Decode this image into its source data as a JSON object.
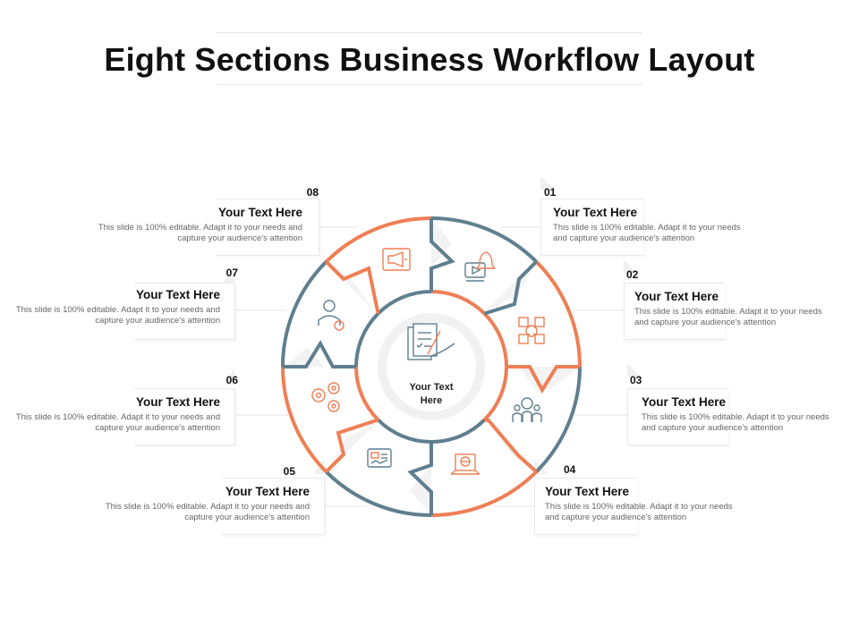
{
  "title": "Eight Sections Business Workflow Layout",
  "center": {
    "text": "Your Text Here"
  },
  "colors": {
    "orange": "#EE7F55",
    "slate": "#5F7F8F",
    "icon_gray": "#7A8A95"
  },
  "sections": [
    {
      "num": "01",
      "heading": "Your Text Here",
      "desc": "This slide is 100% editable. Adapt it to your needs and capture your audience's attention",
      "icon": "bell-video-icon"
    },
    {
      "num": "02",
      "heading": "Your Text Here",
      "desc": "This slide is 100% editable. Adapt it to your needs and capture your audience's attention",
      "icon": "dollar-network-icon"
    },
    {
      "num": "03",
      "heading": "Your Text Here",
      "desc": "This slide is 100% editable. Adapt it to your needs and capture your audience's attention",
      "icon": "team-money-icon"
    },
    {
      "num": "04",
      "heading": "Your Text Here",
      "desc": "This slide is 100% editable. Adapt it to your needs and capture your audience's attention",
      "icon": "laptop-globe-icon"
    },
    {
      "num": "05",
      "heading": "Your Text Here",
      "desc": "This slide is 100% editable. Adapt it to your needs and capture your audience's attention",
      "icon": "dashboard-icon"
    },
    {
      "num": "06",
      "heading": "Your Text Here",
      "desc": "This slide is 100% editable. Adapt it to your needs and capture your audience's attention",
      "icon": "gears-icon"
    },
    {
      "num": "07",
      "heading": "Your Text Here",
      "desc": "This slide is 100% editable. Adapt it to your needs and capture your audience's attention",
      "icon": "businessman-dollar-icon"
    },
    {
      "num": "08",
      "heading": "Your Text Here",
      "desc": "This slide is 100% editable. Adapt it to your needs and capture your audience's attention",
      "icon": "megaphone-icon"
    }
  ]
}
